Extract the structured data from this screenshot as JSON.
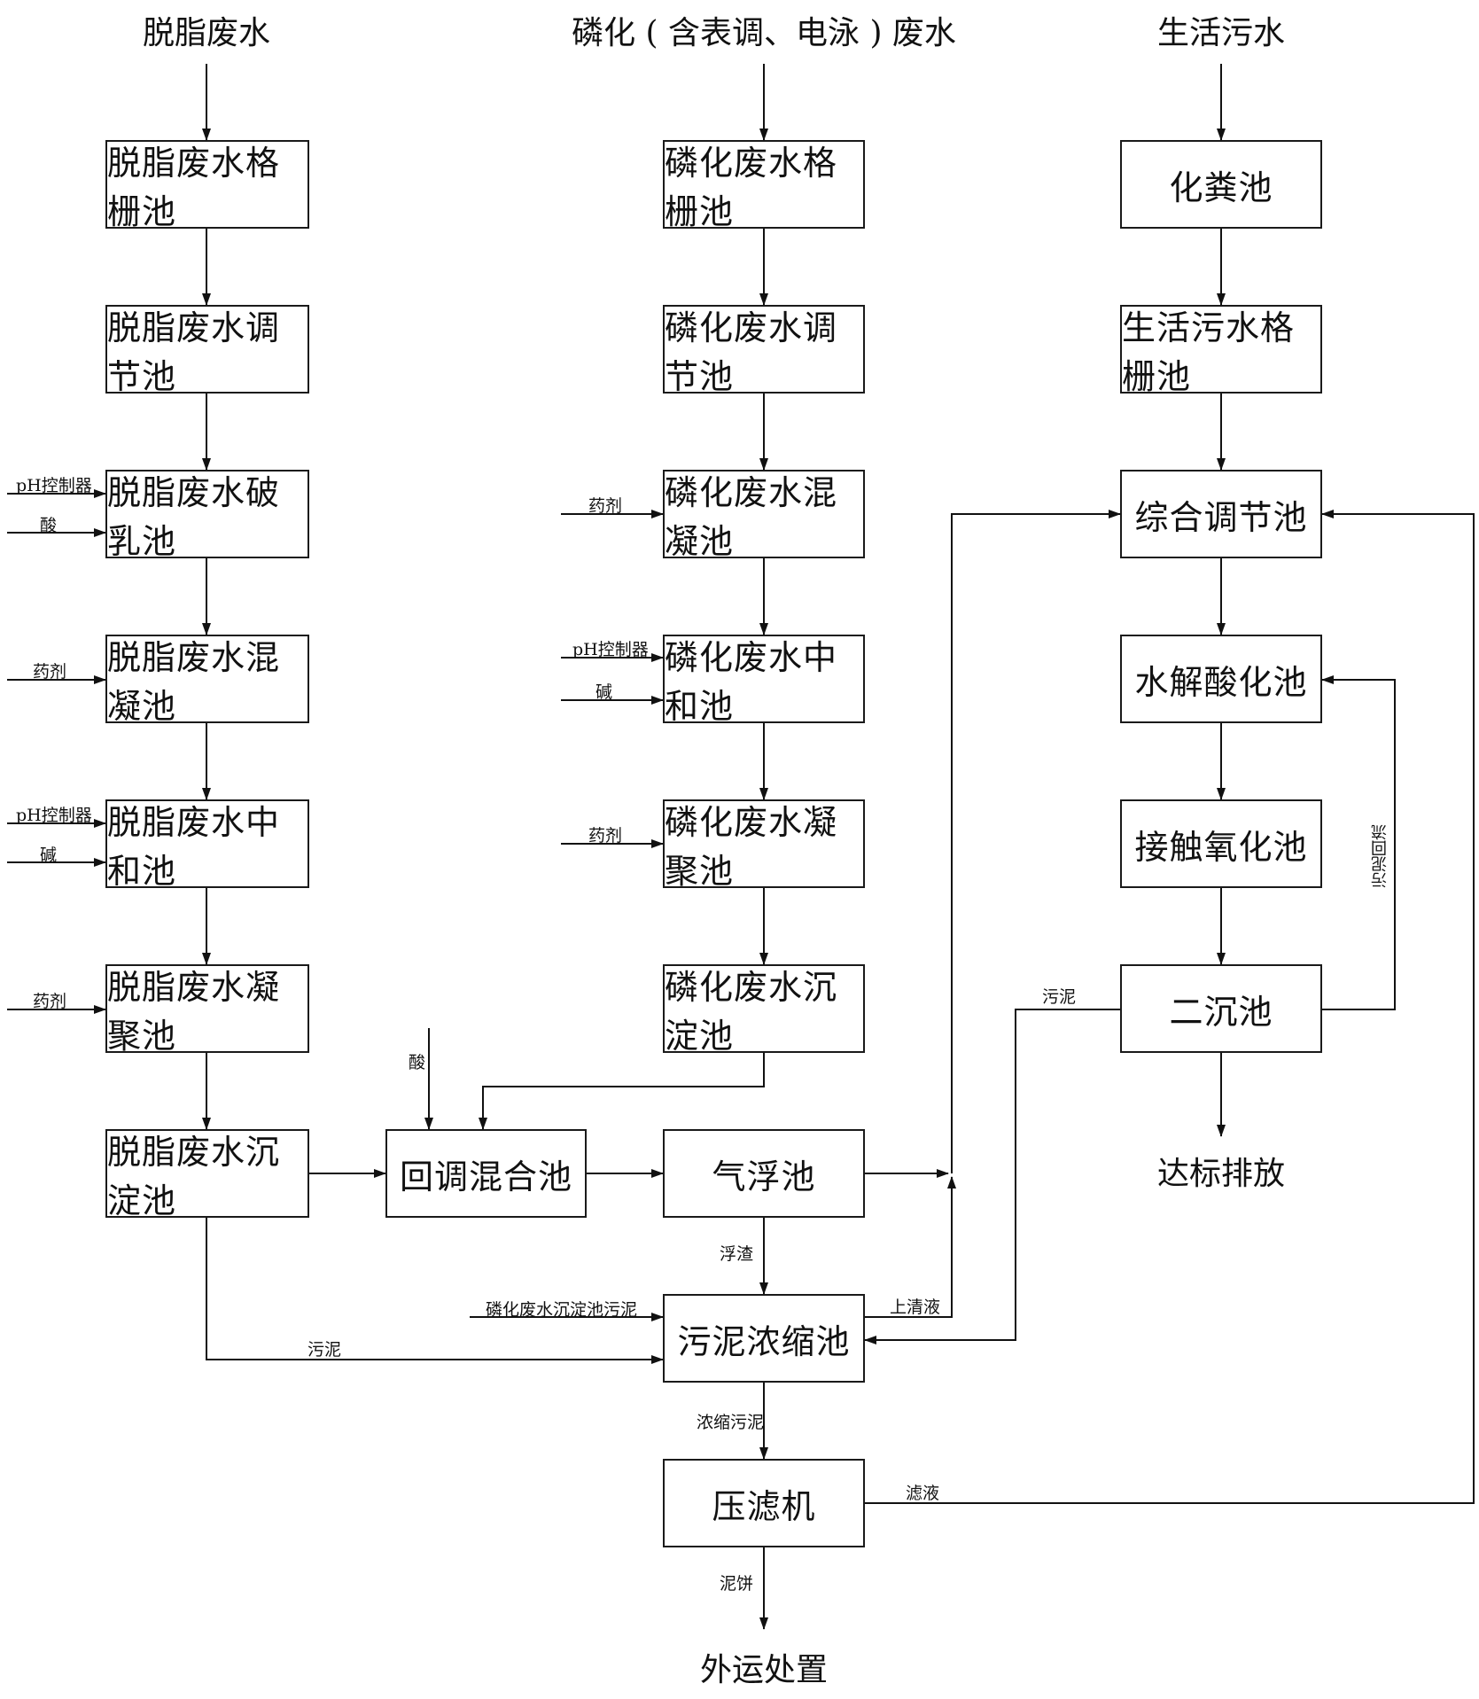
{
  "titles": {
    "degrease": "脱脂废水",
    "phosphate": "磷化 ( 含表调、电泳 ) 废水",
    "domestic": "生活污水",
    "discharge": "达标排放",
    "external": "外运处置"
  },
  "left_column": [
    "脱脂废水格栅池",
    "脱脂废水调节池",
    "脱脂废水破乳池",
    "脱脂废水混凝池",
    "脱脂废水中和池",
    "脱脂废水凝聚池",
    "脱脂废水沉淀池"
  ],
  "middle_column": [
    "磷化废水格栅池",
    "磷化废水调节池",
    "磷化废水混凝池",
    "磷化废水中和池",
    "磷化废水凝聚池",
    "磷化废水沉淀池"
  ],
  "right_column": [
    "化粪池",
    "生活污水格栅池",
    "综合调节池",
    "水解酸化池",
    "接触氧化池",
    "二沉池"
  ],
  "lower": {
    "mix_tank": "回调混合池",
    "flotation": "气浮池",
    "thickener": "污泥浓缩池",
    "filter_press": "压滤机"
  },
  "labels": {
    "ph_controller_1": "pH控制器",
    "acid_1": "酸",
    "agent_1": "药剂",
    "ph_controller_2": "pH控制器",
    "alkali_1": "碱",
    "agent_2": "药剂",
    "agent_3": "药剂",
    "ph_controller_3": "pH控制器",
    "alkali_2": "碱",
    "agent_4": "药剂",
    "acid_2": "酸",
    "scum": "浮渣",
    "phos_sludge": "磷化废水沉淀池污泥",
    "sludge_left": "污泥",
    "supernatant": "上清液",
    "sludge_right": "污泥",
    "thick_sludge": "浓缩污泥",
    "filtrate": "滤液",
    "cake": "泥饼",
    "sludge_return": "污泥回流"
  }
}
